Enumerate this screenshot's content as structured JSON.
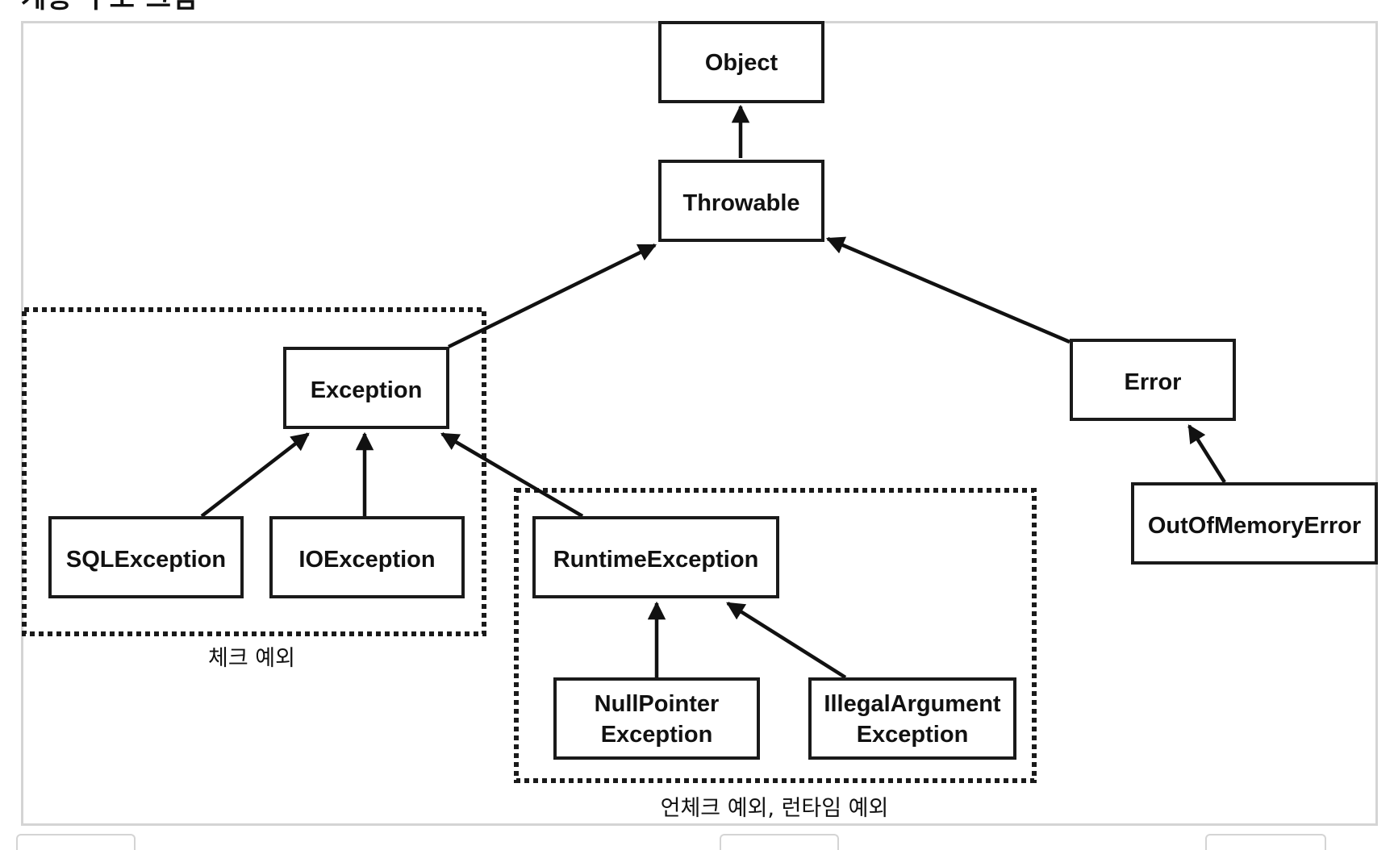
{
  "header_fragment": "계층 구조 그림",
  "nodes": {
    "object": "Object",
    "throwable": "Throwable",
    "exception": "Exception",
    "error": "Error",
    "sql_exception": "SQLException",
    "io_exception": "IOException",
    "runtime_exception": "RuntimeException",
    "out_of_memory_error": "OutOfMemoryError",
    "null_pointer_exception": [
      "NullPointer",
      "Exception"
    ],
    "illegal_argument_exception": [
      "IllegalArgument",
      "Exception"
    ]
  },
  "groups": {
    "checked": "체크 예외",
    "unchecked": "언체크 예외, 런타임 예외"
  },
  "colors": {
    "stroke": "#1a1a1a",
    "frame_border": "#d4d4d4",
    "background": "#ffffff"
  }
}
